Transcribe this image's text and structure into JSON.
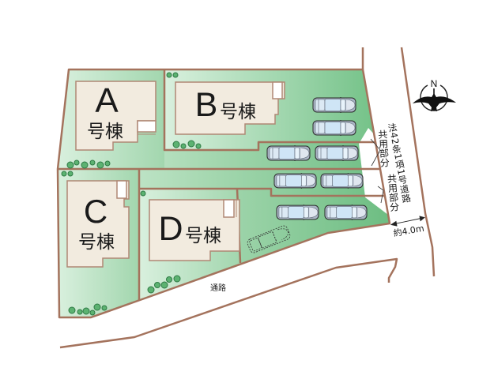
{
  "plan": {
    "buildings": [
      {
        "letter": "A",
        "suffix": "号棟"
      },
      {
        "letter": "B",
        "suffix": "号棟"
      },
      {
        "letter": "C",
        "suffix": "号棟"
      },
      {
        "letter": "D",
        "suffix": "号棟"
      }
    ],
    "road_label": "法42条1項1号道路",
    "shared_area_labels": [
      "共用部分",
      "共用部分"
    ],
    "passage_label": "通路",
    "road_width_label": "約4.0m",
    "compass": {
      "label": "N",
      "icon": "north-arrow-crane-icon"
    },
    "parking": {
      "car_count": 8,
      "planned_car_count": 1,
      "icon": "car-icon"
    }
  },
  "colors": {
    "lot_green_light": "#d7efdc",
    "lot_green_dark": "#6dbd82",
    "boundary_line": "#a4735d",
    "building_fill": "#f2ebdf",
    "building_outline": "#b08875",
    "tree_fill": "#5cb271",
    "tree_outline": "#2f7a45",
    "car_body": "#a9b4c4",
    "car_glass": "#cfe5f6"
  }
}
